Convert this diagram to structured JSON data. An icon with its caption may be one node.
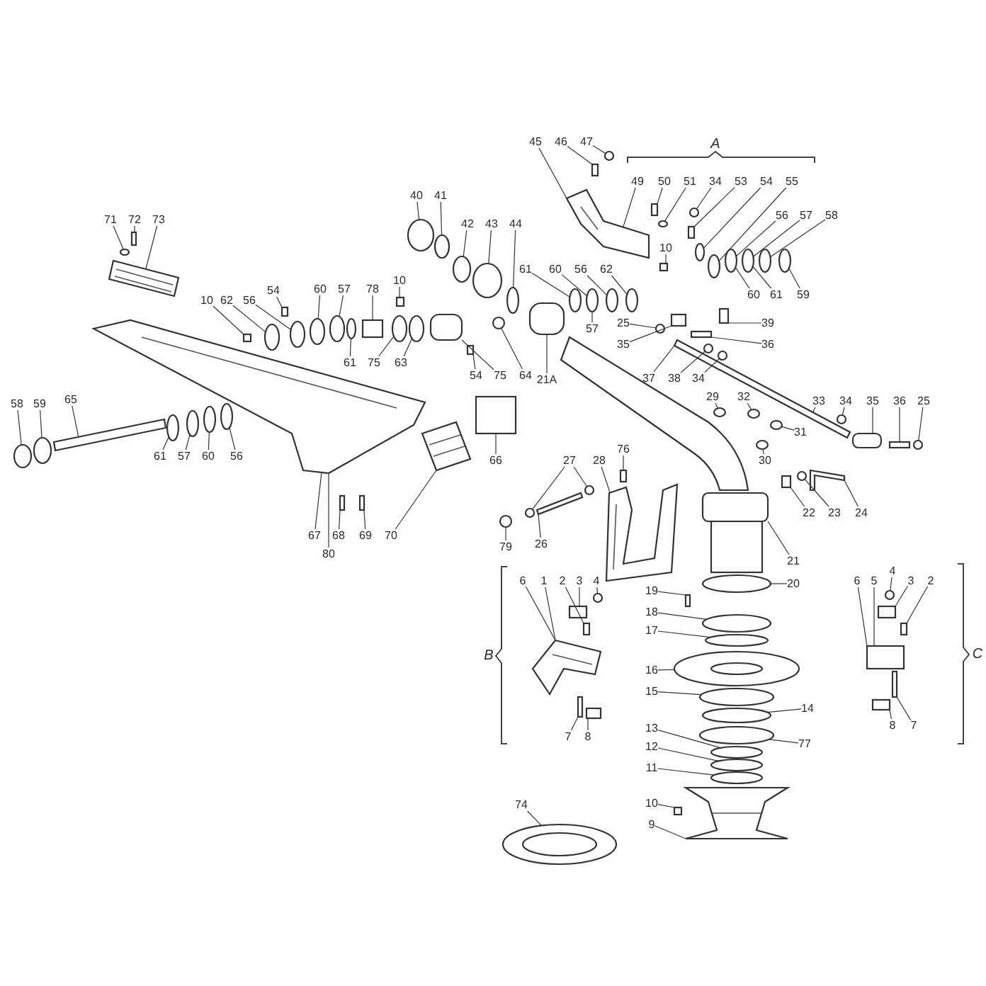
{
  "diagram": {
    "nodes": [
      {
        "text": [
          "71"
        ]
      },
      {
        "text": [
          "72"
        ]
      },
      {
        "text": [
          "73"
        ]
      },
      {
        "text": [
          "10"
        ]
      },
      {
        "text": [
          "62"
        ]
      },
      {
        "text": [
          "56"
        ]
      },
      {
        "text": [
          "54"
        ]
      },
      {
        "text": [
          "60"
        ]
      },
      {
        "text": [
          "57"
        ]
      },
      {
        "text": [
          "78"
        ]
      },
      {
        "text": [
          "10"
        ]
      },
      {
        "text": [
          "58"
        ]
      },
      {
        "text": [
          "59"
        ]
      },
      {
        "text": [
          "65"
        ]
      },
      {
        "text": [
          "61"
        ]
      },
      {
        "text": [
          "57"
        ]
      },
      {
        "text": [
          "60"
        ]
      },
      {
        "text": [
          "56"
        ]
      },
      {
        "text": [
          "61"
        ]
      },
      {
        "text": [
          "75"
        ]
      },
      {
        "text": [
          "63"
        ]
      },
      {
        "text": [
          "54"
        ]
      },
      {
        "text": [
          "75"
        ]
      },
      {
        "text": [
          "64"
        ]
      },
      {
        "text": [
          "21A"
        ]
      },
      {
        "text": [
          "66"
        ]
      },
      {
        "text": [
          "67"
        ]
      },
      {
        "text": [
          "68"
        ]
      },
      {
        "text": [
          "69"
        ]
      },
      {
        "text": [
          "70"
        ]
      },
      {
        "text": [
          "80"
        ]
      },
      {
        "text": [
          "40"
        ]
      },
      {
        "text": [
          "41"
        ]
      },
      {
        "text": [
          "42"
        ]
      },
      {
        "text": [
          "43"
        ]
      },
      {
        "text": [
          "44"
        ]
      },
      {
        "text": [
          "61"
        ]
      },
      {
        "text": [
          "60"
        ]
      },
      {
        "text": [
          "56"
        ]
      },
      {
        "text": [
          "62"
        ]
      },
      {
        "text": [
          "57"
        ]
      },
      {
        "text": [
          "45"
        ]
      },
      {
        "text": [
          "46"
        ]
      },
      {
        "text": [
          "47"
        ]
      },
      {
        "text": [
          "49"
        ]
      },
      {
        "text": [
          "50"
        ]
      },
      {
        "text": [
          "51"
        ]
      },
      {
        "text": [
          "34"
        ]
      },
      {
        "text": [
          "53"
        ]
      },
      {
        "text": [
          "54"
        ]
      },
      {
        "text": [
          "55"
        ]
      },
      {
        "text": [
          "10"
        ]
      },
      {
        "text": [
          "56"
        ]
      },
      {
        "text": [
          "57"
        ]
      },
      {
        "text": [
          "58"
        ]
      },
      {
        "text": [
          "60"
        ]
      },
      {
        "text": [
          "61"
        ]
      },
      {
        "text": [
          "59"
        ]
      },
      {
        "text": [
          "25"
        ]
      },
      {
        "text": [
          "35"
        ]
      },
      {
        "text": [
          "39"
        ]
      },
      {
        "text": [
          "36"
        ]
      },
      {
        "text": [
          "37"
        ]
      },
      {
        "text": [
          "38"
        ]
      },
      {
        "text": [
          "34"
        ]
      },
      {
        "text": [
          "29"
        ]
      },
      {
        "text": [
          "32"
        ]
      },
      {
        "text": [
          "31"
        ]
      },
      {
        "text": [
          "30"
        ]
      },
      {
        "text": [
          "33"
        ]
      },
      {
        "text": [
          "34"
        ]
      },
      {
        "text": [
          "35"
        ]
      },
      {
        "text": [
          "36"
        ]
      },
      {
        "text": [
          "25"
        ]
      },
      {
        "text": [
          "22"
        ]
      },
      {
        "text": [
          "23"
        ]
      },
      {
        "text": [
          "24"
        ]
      },
      {
        "text": [
          "21"
        ]
      },
      {
        "text": [
          "27"
        ]
      },
      {
        "text": [
          "28"
        ]
      },
      {
        "text": [
          "76"
        ]
      },
      {
        "text": [
          "79"
        ]
      },
      {
        "text": [
          "26"
        ]
      },
      {
        "text": [
          "20"
        ]
      },
      {
        "text": [
          "19"
        ]
      },
      {
        "text": [
          "18"
        ]
      },
      {
        "text": [
          "17"
        ]
      },
      {
        "text": [
          "16"
        ]
      },
      {
        "text": [
          "15"
        ]
      },
      {
        "text": [
          "14"
        ]
      },
      {
        "text": [
          "13"
        ]
      },
      {
        "text": [
          "12"
        ]
      },
      {
        "text": [
          "11"
        ]
      },
      {
        "text": [
          "77"
        ]
      },
      {
        "text": [
          "10"
        ]
      },
      {
        "text": [
          "9"
        ]
      },
      {
        "text": [
          "74"
        ]
      },
      {
        "text": [
          "6"
        ]
      },
      {
        "text": [
          "1"
        ]
      },
      {
        "text": [
          "2"
        ]
      },
      {
        "text": [
          "3"
        ]
      },
      {
        "text": [
          "4"
        ]
      },
      {
        "text": [
          "7"
        ]
      },
      {
        "text": [
          "8"
        ]
      },
      {
        "text": [
          "6"
        ]
      },
      {
        "text": [
          "5"
        ]
      },
      {
        "text": [
          "4"
        ]
      },
      {
        "text": [
          "3"
        ]
      },
      {
        "text": [
          "2"
        ]
      },
      {
        "text": [
          "8"
        ]
      },
      {
        "text": [
          "7"
        ]
      },
      {
        "text": [],
        "shape": "circle"
      },
      {
        "text": [],
        "shape": "box"
      },
      {
        "text": [],
        "shape": "picture"
      },
      {
        "text": [],
        "shape": "box"
      },
      {
        "text": [],
        "shape": "circle"
      },
      {
        "text": [],
        "shape": "circle"
      },
      {
        "text": [],
        "shape": "box"
      },
      {
        "text": [],
        "shape": "circle"
      },
      {
        "text": [],
        "shape": "circle"
      },
      {
        "text": [],
        "shape": "box"
      },
      {
        "text": [],
        "shape": "box"
      },
      {
        "text": [],
        "shape": "circle"
      },
      {
        "text": [],
        "shape": "circle"
      },
      {
        "text": [],
        "shape": "bar"
      },
      {
        "text": [],
        "shape": "circle"
      },
      {
        "text": [],
        "shape": "circle"
      },
      {
        "text": [],
        "shape": "circle"
      },
      {
        "text": [],
        "shape": "circle"
      },
      {
        "text": [],
        "shape": "circle"
      },
      {
        "text": [],
        "shape": "circle"
      },
      {
        "text": [],
        "shape": "circle"
      },
      {
        "text": [],
        "shape": "box"
      },
      {
        "text": [],
        "shape": "box"
      },
      {
        "text": [],
        "shape": "circle"
      },
      {
        "text": [],
        "shape": "box"
      },
      {
        "text": [],
        "shape": "box"
      },
      {
        "text": [],
        "shape": "picture"
      },
      {
        "text": [],
        "shape": "box"
      },
      {
        "text": [],
        "shape": "box"
      },
      {
        "text": [],
        "shape": "picture"
      },
      {
        "text": [],
        "shape": "circle"
      },
      {
        "text": [],
        "shape": "circle"
      },
      {
        "text": [],
        "shape": "circle"
      },
      {
        "text": [],
        "shape": "circle"
      },
      {
        "text": [],
        "shape": "circle"
      },
      {
        "text": [],
        "shape": "circle"
      },
      {
        "text": [],
        "shape": "circle"
      },
      {
        "text": [],
        "shape": "circle"
      },
      {
        "text": [],
        "shape": "circle"
      },
      {
        "text": [],
        "shape": "picture"
      },
      {
        "text": [],
        "shape": "box"
      },
      {
        "text": [],
        "shape": "circle"
      },
      {
        "text": [],
        "shape": "box"
      },
      {
        "text": [],
        "shape": "circle"
      },
      {
        "text": [],
        "shape": "circle"
      },
      {
        "text": [],
        "shape": "box"
      },
      {
        "text": [],
        "shape": "circle"
      },
      {
        "text": [],
        "shape": "circle"
      },
      {
        "text": [],
        "shape": "box"
      },
      {
        "text": [],
        "shape": "circle"
      },
      {
        "text": [],
        "shape": "circle"
      },
      {
        "text": [],
        "shape": "circle"
      },
      {
        "text": [],
        "shape": "circle"
      },
      {
        "text": [],
        "shape": "circle"
      },
      {
        "text": [],
        "shape": "box"
      },
      {
        "text": [],
        "shape": "box"
      },
      {
        "text": [],
        "shape": "box"
      },
      {
        "text": [],
        "shape": "bar"
      },
      {
        "text": [],
        "shape": "circle"
      },
      {
        "text": [],
        "shape": "circle"
      },
      {
        "text": [],
        "shape": "circle"
      },
      {
        "text": [],
        "shape": "circle"
      },
      {
        "text": [],
        "shape": "circle"
      },
      {
        "text": [],
        "shape": "circle"
      },
      {
        "text": [],
        "shape": "circle"
      },
      {
        "text": [],
        "shape": "box"
      },
      {
        "text": [],
        "shape": "box"
      },
      {
        "text": [],
        "shape": "circle"
      },
      {
        "text": [],
        "shape": "box"
      },
      {
        "text": [],
        "shape": "circle"
      },
      {
        "text": [],
        "shape": "bar"
      },
      {
        "text": [],
        "shape": "box"
      },
      {
        "text": [],
        "shape": "circle"
      },
      {
        "text": [],
        "shape": "circle"
      },
      {
        "text": [],
        "shape": "picture"
      },
      {
        "text": [],
        "shape": "box"
      },
      {
        "text": [],
        "shape": "circle"
      },
      {
        "text": [],
        "shape": "bar"
      },
      {
        "text": [],
        "shape": "circle"
      },
      {
        "text": [],
        "shape": "box"
      },
      {
        "text": [],
        "shape": "circle"
      },
      {
        "text": [],
        "shape": "circle"
      },
      {
        "text": [],
        "shape": "picture"
      },
      {
        "text": [],
        "shape": "circle"
      },
      {
        "text": [],
        "shape": "circle"
      },
      {
        "text": [],
        "shape": "circle"
      },
      {
        "text": [],
        "shape": "circle"
      },
      {
        "text": [],
        "shape": "circle"
      },
      {
        "text": [],
        "shape": "circle"
      },
      {
        "text": [],
        "shape": "box"
      },
      {
        "text": [],
        "shape": "picture"
      },
      {
        "text": [],
        "shape": "picture"
      },
      {
        "text": [],
        "shape": "picture"
      },
      {
        "text": [],
        "shape": "box"
      },
      {
        "text": [],
        "shape": "box"
      },
      {
        "text": [],
        "shape": "circle"
      },
      {
        "text": [],
        "shape": "box"
      },
      {
        "text": [],
        "shape": "box"
      },
      {
        "text": [],
        "shape": "box"
      },
      {
        "text": [],
        "shape": "circle"
      },
      {
        "text": [],
        "shape": "box"
      },
      {
        "text": [],
        "shape": "box"
      },
      {
        "text": [],
        "shape": "box"
      },
      {
        "text": [],
        "shape": "box"
      }
    ],
    "edges": [
      {
        "from": 0,
        "to": 111,
        "arrow": "none"
      },
      {
        "from": 1,
        "to": 112,
        "arrow": "none"
      },
      {
        "from": 2,
        "to": 113,
        "arrow": "none"
      },
      {
        "from": 3,
        "to": 114,
        "arrow": "none"
      },
      {
        "from": 4,
        "to": 115,
        "arrow": "none"
      },
      {
        "from": 5,
        "to": 116,
        "arrow": "none"
      },
      {
        "from": 6,
        "to": 117,
        "arrow": "none"
      },
      {
        "from": 7,
        "to": 118,
        "arrow": "none"
      },
      {
        "from": 8,
        "to": 119,
        "arrow": "none"
      },
      {
        "from": 9,
        "to": 120,
        "arrow": "none"
      },
      {
        "from": 10,
        "to": 121,
        "arrow": "none"
      },
      {
        "from": 11,
        "to": 122,
        "arrow": "none"
      },
      {
        "from": 12,
        "to": 123,
        "arrow": "none"
      },
      {
        "from": 13,
        "to": 124,
        "arrow": "none"
      },
      {
        "from": 14,
        "to": 125,
        "arrow": "none"
      },
      {
        "from": 15,
        "to": 126,
        "arrow": "none"
      },
      {
        "from": 16,
        "to": 127,
        "arrow": "none"
      },
      {
        "from": 17,
        "to": 128,
        "arrow": "none"
      },
      {
        "from": 18,
        "to": 129,
        "arrow": "none"
      },
      {
        "from": 19,
        "to": 130,
        "arrow": "none"
      },
      {
        "from": 20,
        "to": 131,
        "arrow": "none"
      },
      {
        "from": 21,
        "to": 132,
        "arrow": "none"
      },
      {
        "from": 22,
        "to": 133,
        "arrow": "none"
      },
      {
        "from": 23,
        "to": 134,
        "arrow": "none"
      },
      {
        "from": 24,
        "to": 135,
        "arrow": "none"
      },
      {
        "from": 25,
        "to": 136,
        "arrow": "none"
      },
      {
        "from": 26,
        "to": 137,
        "arrow": "none"
      },
      {
        "from": 27,
        "to": 138,
        "arrow": "none"
      },
      {
        "from": 28,
        "to": 139,
        "arrow": "none"
      },
      {
        "from": 29,
        "to": 140,
        "arrow": "none"
      },
      {
        "from": 30,
        "to": 137,
        "arrow": "none"
      },
      {
        "from": 31,
        "to": 141,
        "arrow": "none"
      },
      {
        "from": 32,
        "to": 142,
        "arrow": "none"
      },
      {
        "from": 33,
        "to": 143,
        "arrow": "none"
      },
      {
        "from": 34,
        "to": 144,
        "arrow": "none"
      },
      {
        "from": 35,
        "to": 145,
        "arrow": "none"
      },
      {
        "from": 36,
        "to": 146,
        "arrow": "none"
      },
      {
        "from": 37,
        "to": 147,
        "arrow": "none"
      },
      {
        "from": 38,
        "to": 148,
        "arrow": "none"
      },
      {
        "from": 39,
        "to": 149,
        "arrow": "none"
      },
      {
        "from": 40,
        "to": 147,
        "arrow": "none"
      },
      {
        "from": 41,
        "to": 150,
        "arrow": "none"
      },
      {
        "from": 42,
        "to": 151,
        "arrow": "none"
      },
      {
        "from": 43,
        "to": 152,
        "arrow": "none"
      },
      {
        "from": 44,
        "to": 150,
        "arrow": "none"
      },
      {
        "from": 45,
        "to": 153,
        "arrow": "none"
      },
      {
        "from": 46,
        "to": 154,
        "arrow": "none"
      },
      {
        "from": 47,
        "to": 155,
        "arrow": "none"
      },
      {
        "from": 48,
        "to": 156,
        "arrow": "none"
      },
      {
        "from": 49,
        "to": 157,
        "arrow": "none"
      },
      {
        "from": 50,
        "to": 158,
        "arrow": "none"
      },
      {
        "from": 51,
        "to": 159,
        "arrow": "none"
      },
      {
        "from": 52,
        "to": 160,
        "arrow": "none"
      },
      {
        "from": 53,
        "to": 161,
        "arrow": "none"
      },
      {
        "from": 54,
        "to": 162,
        "arrow": "none"
      },
      {
        "from": 55,
        "to": 160,
        "arrow": "none"
      },
      {
        "from": 56,
        "to": 161,
        "arrow": "none"
      },
      {
        "from": 57,
        "to": 163,
        "arrow": "none"
      },
      {
        "from": 58,
        "to": 164,
        "arrow": "none"
      },
      {
        "from": 59,
        "to": 165,
        "arrow": "none"
      },
      {
        "from": 60,
        "to": 166,
        "arrow": "none"
      },
      {
        "from": 61,
        "to": 167,
        "arrow": "none"
      },
      {
        "from": 62,
        "to": 168,
        "arrow": "none"
      },
      {
        "from": 63,
        "to": 169,
        "arrow": "none"
      },
      {
        "from": 64,
        "to": 170,
        "arrow": "none"
      },
      {
        "from": 65,
        "to": 171,
        "arrow": "none"
      },
      {
        "from": 66,
        "to": 172,
        "arrow": "none"
      },
      {
        "from": 67,
        "to": 173,
        "arrow": "none"
      },
      {
        "from": 68,
        "to": 174,
        "arrow": "none"
      },
      {
        "from": 69,
        "to": 168,
        "arrow": "none"
      },
      {
        "from": 70,
        "to": 175,
        "arrow": "none"
      },
      {
        "from": 71,
        "to": 176,
        "arrow": "none"
      },
      {
        "from": 72,
        "to": 177,
        "arrow": "none"
      },
      {
        "from": 73,
        "to": 178,
        "arrow": "none"
      },
      {
        "from": 74,
        "to": 179,
        "arrow": "none"
      },
      {
        "from": 75,
        "to": 180,
        "arrow": "none"
      },
      {
        "from": 76,
        "to": 181,
        "arrow": "none"
      },
      {
        "from": 77,
        "to": 182,
        "arrow": "none"
      },
      {
        "from": 78,
        "to": 183,
        "arrow": "none"
      },
      {
        "from": 79,
        "to": 185,
        "arrow": "none"
      },
      {
        "from": 80,
        "to": 186,
        "arrow": "none"
      },
      {
        "from": 81,
        "to": 187,
        "arrow": "none"
      },
      {
        "from": 82,
        "to": 188,
        "arrow": "none"
      },
      {
        "from": 83,
        "to": 189,
        "arrow": "none"
      },
      {
        "from": 84,
        "to": 190,
        "arrow": "none"
      },
      {
        "from": 85,
        "to": 191,
        "arrow": "none"
      },
      {
        "from": 86,
        "to": 192,
        "arrow": "none"
      },
      {
        "from": 87,
        "to": 193,
        "arrow": "none"
      },
      {
        "from": 88,
        "to": 194,
        "arrow": "none"
      },
      {
        "from": 89,
        "to": 195,
        "arrow": "none"
      },
      {
        "from": 90,
        "to": 197,
        "arrow": "none"
      },
      {
        "from": 91,
        "to": 198,
        "arrow": "none"
      },
      {
        "from": 92,
        "to": 199,
        "arrow": "none"
      },
      {
        "from": 93,
        "to": 196,
        "arrow": "none"
      },
      {
        "from": 94,
        "to": 200,
        "arrow": "none"
      },
      {
        "from": 95,
        "to": 201,
        "arrow": "none"
      },
      {
        "from": 96,
        "to": 202,
        "arrow": "none"
      },
      {
        "from": 97,
        "to": 203,
        "arrow": "none"
      },
      {
        "from": 98,
        "to": 203,
        "arrow": "none"
      },
      {
        "from": 99,
        "to": 204,
        "arrow": "none"
      },
      {
        "from": 100,
        "to": 205,
        "arrow": "none"
      },
      {
        "from": 101,
        "to": 206,
        "arrow": "none"
      },
      {
        "from": 102,
        "to": 207,
        "arrow": "none"
      },
      {
        "from": 103,
        "to": 208,
        "arrow": "none"
      },
      {
        "from": 104,
        "to": 209,
        "arrow": "none"
      },
      {
        "from": 105,
        "to": 209,
        "arrow": "none"
      },
      {
        "from": 106,
        "to": 210,
        "arrow": "none"
      },
      {
        "from": 107,
        "to": 211,
        "arrow": "none"
      },
      {
        "from": 108,
        "to": 212,
        "arrow": "none"
      },
      {
        "from": 109,
        "to": 213,
        "arrow": "none"
      },
      {
        "from": 110,
        "to": 214,
        "arrow": "none"
      },
      {
        "from": 78,
        "to": 184,
        "arrow": "none"
      }
    ],
    "labels": [
      "A",
      "B",
      "C"
    ]
  }
}
